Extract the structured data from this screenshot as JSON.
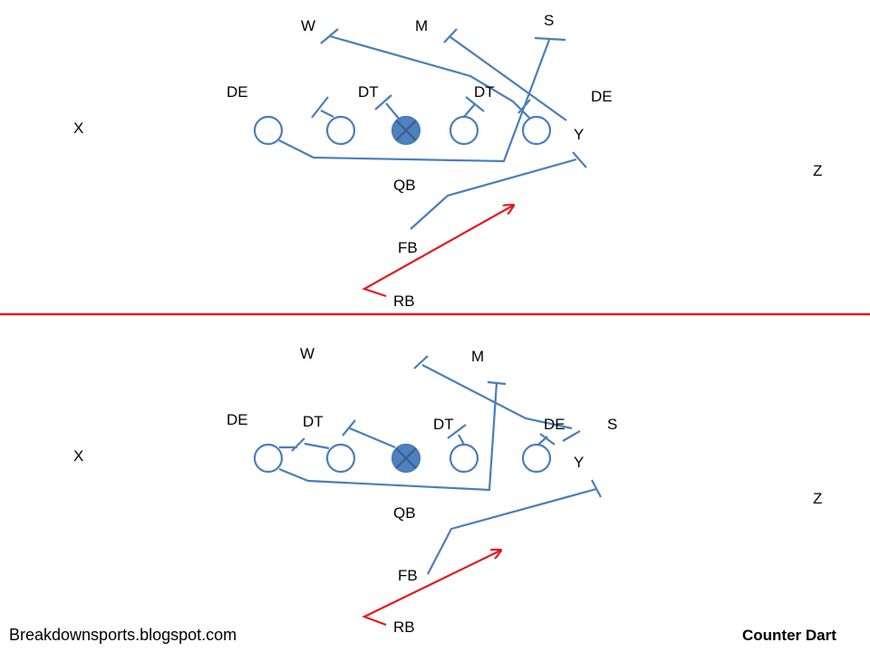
{
  "colors": {
    "route": "#4a7ebb",
    "run_path": "#e31a1c",
    "divider": "#e31a1c",
    "center_fill": "#4f81bd",
    "text": "#000000"
  },
  "top_play": {
    "defense": {
      "w": "W",
      "m": "M",
      "s": "S",
      "de_left": "DE",
      "dt_left": "DT",
      "dt_right": "DT",
      "de_right": "DE"
    },
    "offense": {
      "x": "X",
      "y": "Y",
      "z": "Z",
      "qb": "QB",
      "fb": "FB",
      "rb": "RB"
    }
  },
  "bottom_play": {
    "defense": {
      "w": "W",
      "m": "M",
      "s": "S",
      "de_left": "DE",
      "dt_left": "DT",
      "dt_right": "DT",
      "de_right": "DE"
    },
    "offense": {
      "x": "X",
      "y": "Y",
      "z": "Z",
      "qb": "QB",
      "fb": "FB",
      "rb": "RB"
    }
  },
  "footer": {
    "source": "Breakdownsports.blogspot.com",
    "title": "Counter Dart"
  }
}
